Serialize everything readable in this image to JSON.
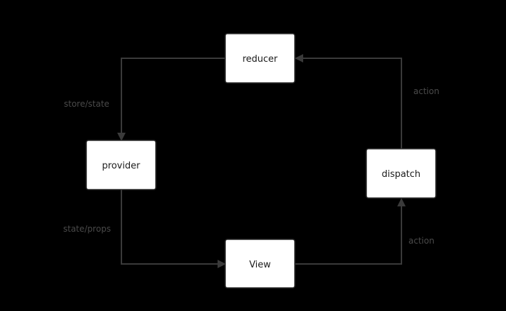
{
  "nodes": {
    "reducer": "reducer",
    "provider": "provider",
    "view": "View",
    "dispatch": "dispatch"
  },
  "edges": {
    "reducer_to_provider": "store/state",
    "provider_to_view": "state/props",
    "view_to_dispatch": "action",
    "dispatch_to_reducer": "action"
  },
  "colors": {
    "background": "#000000",
    "node_fill": "#ffffff",
    "node_border": "#2e2e2e",
    "edge": "#3a3a3a",
    "edge_label": "#4a4a4a",
    "node_text": "#1a1a1a"
  }
}
